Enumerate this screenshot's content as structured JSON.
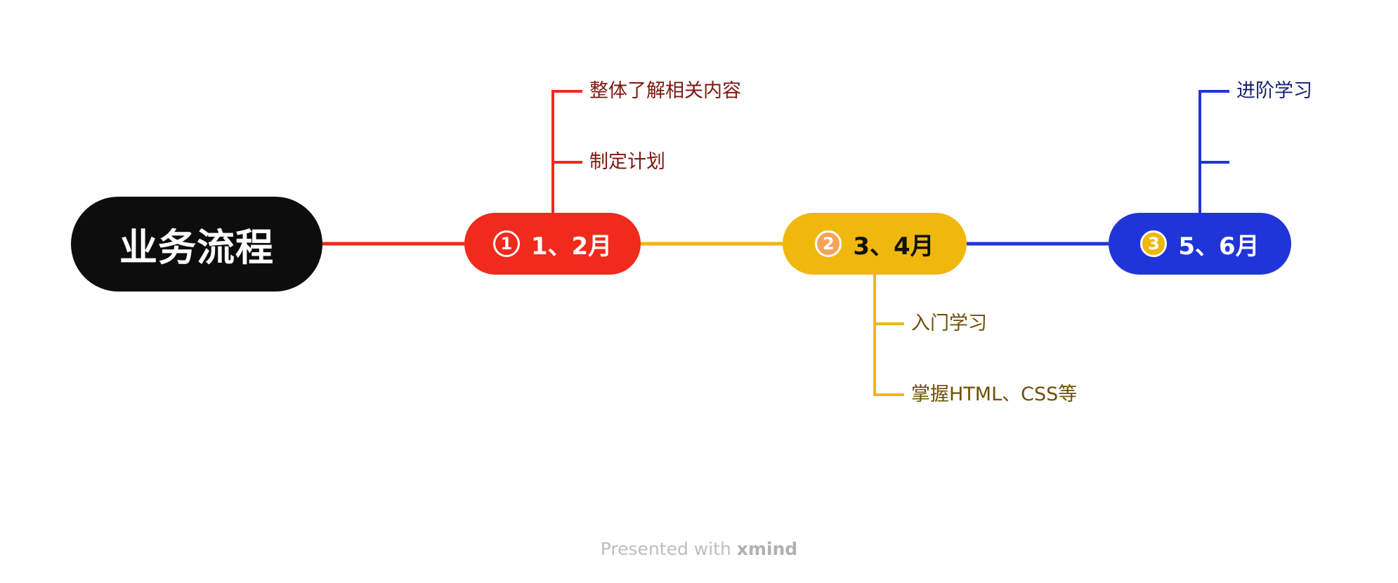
{
  "root": {
    "label": "业务流程"
  },
  "phases": [
    {
      "badge": "1",
      "label": "1、2月",
      "color": "#f02a1c",
      "children": [
        "整体了解相关内容",
        "制定计划"
      ]
    },
    {
      "badge": "2",
      "label": "3、4月",
      "color": "#f0b70c",
      "children": [
        "入门学习",
        "掌握HTML、CSS等"
      ]
    },
    {
      "badge": "3",
      "label": "5、6月",
      "color": "#2035d8",
      "children": [
        "进阶学习",
        ""
      ]
    }
  ],
  "footer": {
    "prefix": "Presented with",
    "brand": "xmind"
  }
}
